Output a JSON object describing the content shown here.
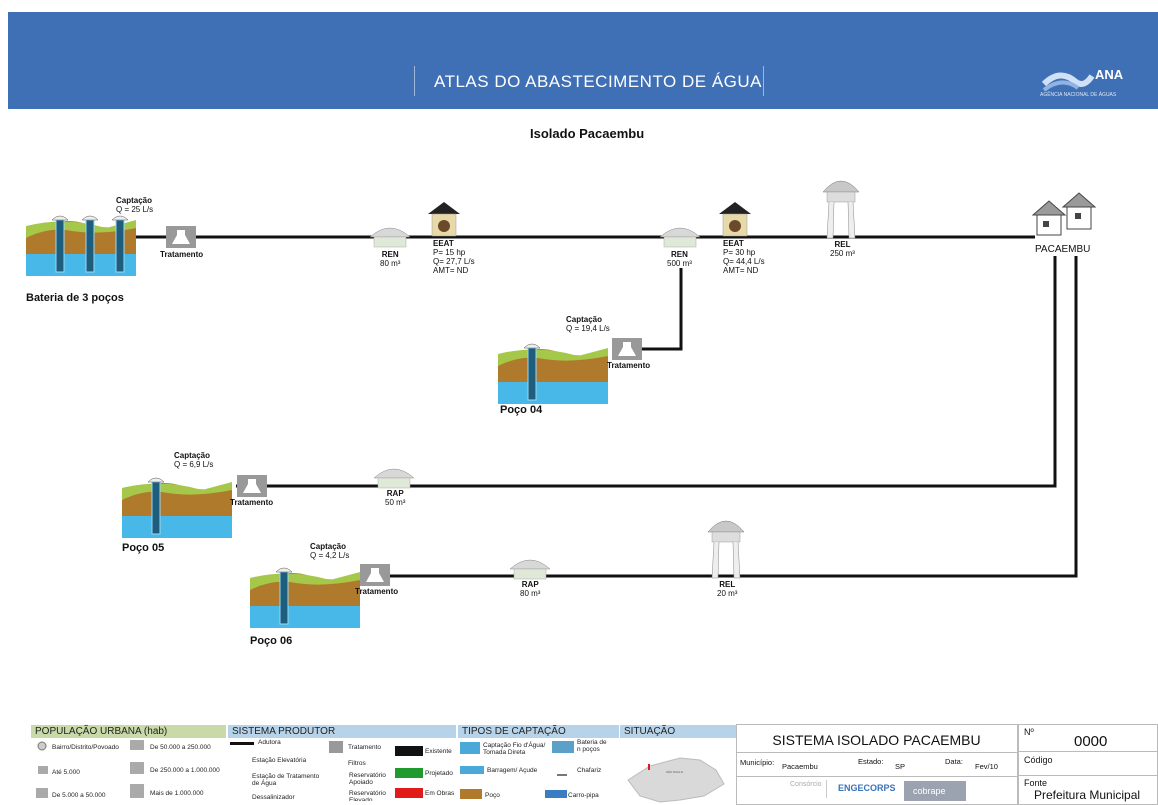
{
  "header": {
    "title": "ATLAS DO ABASTECIMENTO DE ÁGUA",
    "logo_text": "ANA",
    "logo_subtitle": "AGÊNCIA NACIONAL DE ÁGUAS",
    "bg_color": "#3f6fb4"
  },
  "diagram": {
    "title": "Isolado Pacaembu",
    "bateria": {
      "captacao": "Captação",
      "vazao": "Q = 25 L/s",
      "tratamento": "Tratamento",
      "name": "Bateria de 3 poços"
    },
    "ren1": {
      "name": "REN",
      "vol": "80 m³"
    },
    "eeat1": {
      "name": "EEAT",
      "p": "P= 15 hp",
      "q": "Q= 27,7 L/s",
      "amt": "AMT= ND"
    },
    "ren2": {
      "name": "REN",
      "vol": "500 m³"
    },
    "eeat2": {
      "name": "EEAT",
      "p": "P= 30 hp",
      "q": "Q= 44,4 L/s",
      "amt": "AMT= ND"
    },
    "rel1": {
      "name": "REL",
      "vol": "250 m³"
    },
    "city": "PACAEMBU",
    "poco04": {
      "captacao": "Captação",
      "vazao": "Q = 19,4 L/s",
      "tratamento": "Tratamento",
      "name": "Poço 04"
    },
    "poco05": {
      "captacao": "Captação",
      "vazao": "Q = 6,9 L/s",
      "tratamento": "Tratamento",
      "name": "Poço 05"
    },
    "rap1": {
      "name": "RAP",
      "vol": "50 m³"
    },
    "poco06": {
      "captacao": "Captação",
      "vazao": "Q = 4,2 L/s",
      "tratamento": "Tratamento",
      "name": "Poço 06"
    },
    "rap2": {
      "name": "RAP",
      "vol": "80 m³"
    },
    "rel2": {
      "name": "REL",
      "vol": "20 m³"
    }
  },
  "legend": {
    "pop": {
      "title": "POPULAÇÃO URBANA (hab)",
      "items": [
        "Bairro/Distrito/Povoado",
        "De 50.000 a 250.000",
        "Até 5.000",
        "De 250.000 a 1.000.000",
        "De 5.000 a 50.000",
        "Mais de 1.000.000"
      ],
      "color": "#c9d9a8"
    },
    "sis": {
      "title": "SISTEMA PRODUTOR",
      "items": [
        "Adutora",
        "Tratamento",
        "Existente",
        "Estação Elevatória",
        "Filtros",
        "Estação de Tratamento de Água",
        "Reservatório Apoiado",
        "Projetado",
        "Dessalinizador",
        "Reservatório Elevado",
        "Em Obras"
      ],
      "color": "#b6d3ea"
    },
    "tipos": {
      "title": "TIPOS DE CAPTAÇÃO",
      "items": [
        "Captação Fio d'Água/ Tomada Direta",
        "Bateria de n poços",
        "Barragem/ Açude",
        "Chafariz",
        "Poço",
        "Carro-pipa"
      ],
      "color": "#b6d3ea"
    },
    "situacao": {
      "title": "SITUAÇÃO",
      "map_label": "SÃO PAULO",
      "color": "#b6d3ea"
    },
    "status_colors": {
      "existente": "#111111",
      "projetado": "#1f9a2c",
      "em_obras": "#e11b1b"
    }
  },
  "info": {
    "sistema": "SISTEMA ISOLADO PACAEMBU",
    "municipio_label": "Município:",
    "municipio": "Pacaembu",
    "estado_label": "Estado:",
    "estado": "SP",
    "data_label": "Data:",
    "data": "Fev/10",
    "consorcio": "Consórcio",
    "eng": "ENGECORPS",
    "cobrape": "cobrape",
    "num_label": "Nº",
    "num": "0000",
    "codigo_label": "Código",
    "fonte_label": "Fonte",
    "fonte": "Prefeitura Municipal"
  }
}
